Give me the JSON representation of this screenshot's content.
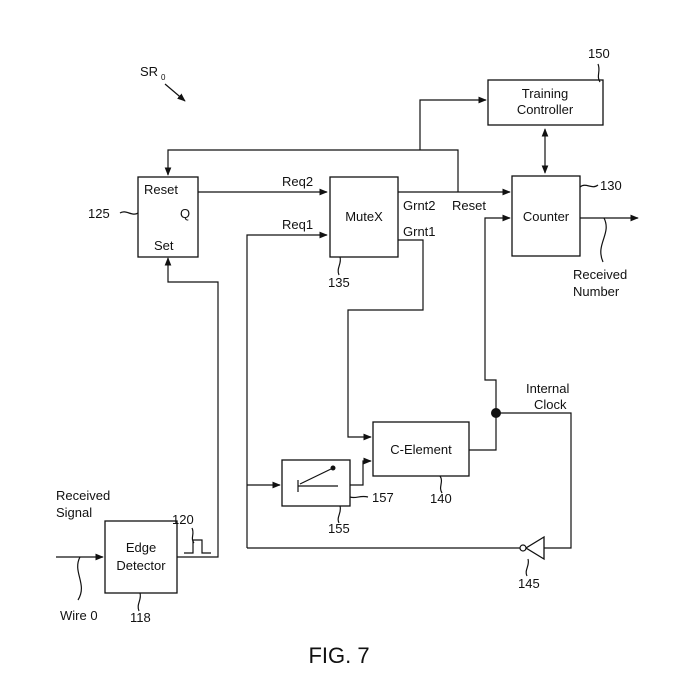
{
  "diagram": {
    "figure_caption": "FIG. 7",
    "circuit_label": "SR",
    "circuit_label_sub": "0",
    "training_controller": {
      "line1": "Training",
      "line2": "Controller",
      "ref": "150"
    },
    "counter": {
      "label": "Counter",
      "ref": "130",
      "reset_label": "Reset"
    },
    "flip_flop": {
      "reset": "Reset",
      "q": "Q",
      "set": "Set",
      "ref": "125"
    },
    "mutex": {
      "label": "MuteX",
      "ref": "135",
      "req2": "Req2",
      "req1": "Req1",
      "grnt2": "Grnt2",
      "grnt1": "Grnt1"
    },
    "c_element": {
      "label": "C-Element",
      "ref": "140"
    },
    "switch": {
      "ref": "155",
      "node_ref": "157"
    },
    "inverter": {
      "ref": "145"
    },
    "edge_detector": {
      "line1": "Edge",
      "line2": "Detector",
      "ref": "118",
      "pulse_ref": "120"
    },
    "internal_clock": {
      "line1": "Internal",
      "line2": "Clock"
    },
    "received_signal": {
      "line1": "Received",
      "line2": "Signal"
    },
    "wire": "Wire 0",
    "received_number": {
      "line1": "Received",
      "line2": "Number"
    }
  },
  "colors": {
    "ink": "#111111",
    "background": "#ffffff"
  }
}
